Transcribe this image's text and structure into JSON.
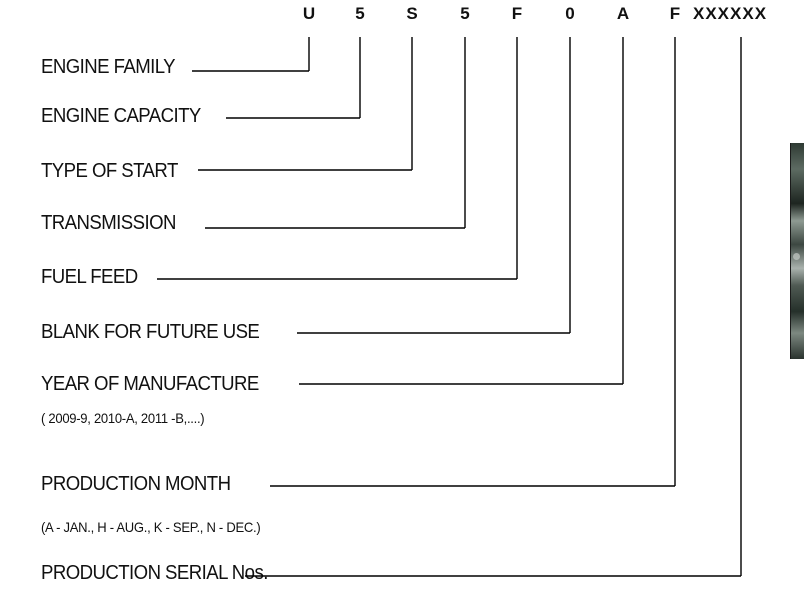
{
  "code": {
    "characters": [
      "U",
      "5",
      "S",
      "5",
      "F",
      "0",
      "A",
      "F"
    ],
    "serial_placeholder": "XXXXXX"
  },
  "fields": [
    {
      "label": "ENGINE FAMILY"
    },
    {
      "label": "ENGINE CAPACITY"
    },
    {
      "label": "TYPE OF START"
    },
    {
      "label": "TRANSMISSION"
    },
    {
      "label": "FUEL FEED"
    },
    {
      "label": "BLANK FOR FUTURE USE"
    },
    {
      "label": "YEAR OF MANUFACTURE",
      "note": "( 2009-9, 2010-A, 2011 -B,....)"
    },
    {
      "label": "PRODUCTION  MONTH",
      "note": "(A - JAN.,  H - AUG., K - SEP., N - DEC.)"
    },
    {
      "label": "PRODUCTION SERIAL Nos."
    }
  ],
  "image": {
    "subject": "engine-photo",
    "partially_visible": true
  }
}
